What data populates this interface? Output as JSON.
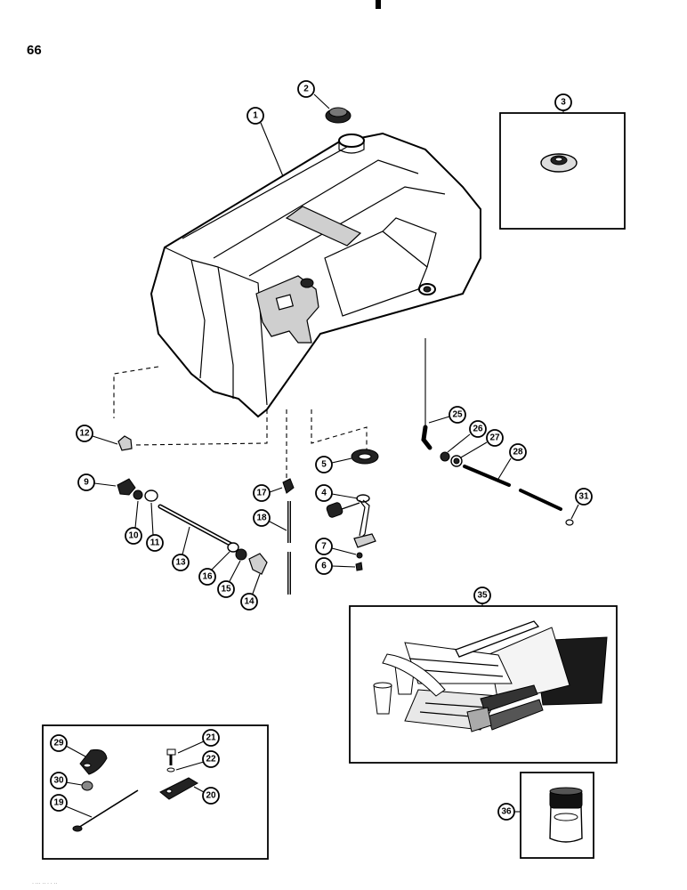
{
  "page": {
    "number": "66",
    "footer": "· ··· ·· · · ··"
  },
  "callouts": {
    "c1": "1",
    "c2": "2",
    "c3": "3",
    "c4": "4",
    "c5": "5",
    "c6": "6",
    "c7": "7",
    "c9": "9",
    "c10": "10",
    "c11": "11",
    "c12": "12",
    "c13": "13",
    "c14": "14",
    "c15": "15",
    "c16": "16",
    "c17": "17",
    "c18": "18",
    "c19": "19",
    "c20": "20",
    "c21": "21",
    "c22": "22",
    "c25": "25",
    "c26": "26",
    "c27": "27",
    "c28": "28",
    "c29": "29",
    "c30": "30",
    "c31": "31",
    "c35": "35",
    "c36": "36"
  }
}
